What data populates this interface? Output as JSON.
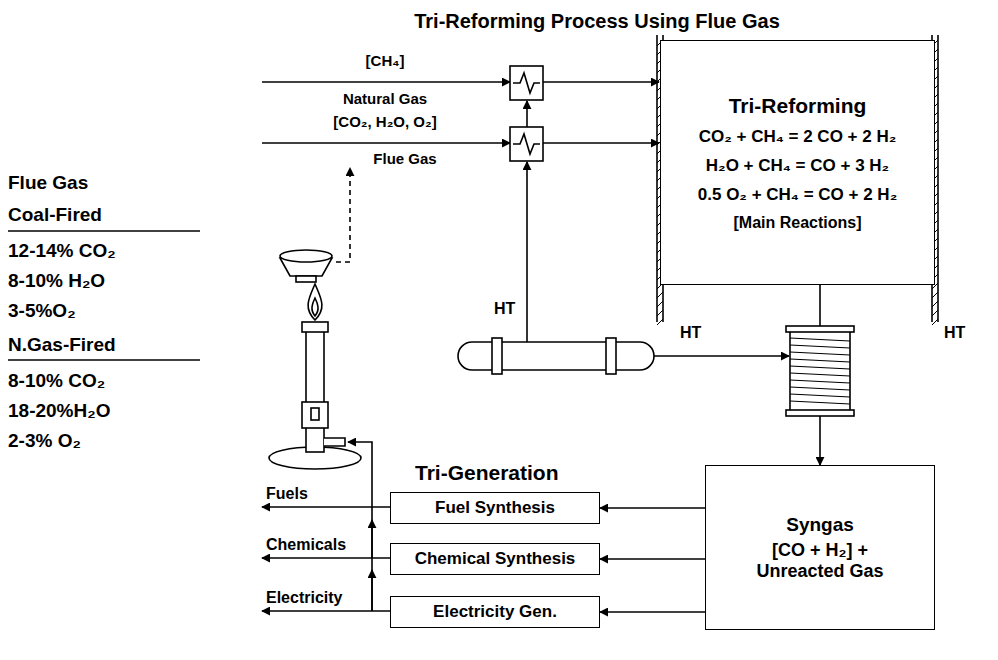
{
  "diagram": {
    "title": "Tri-Reforming Process Using Flue Gas",
    "nodes": [
      {
        "text": [
          "Tri-Reforming",
          "CO₂ + CH₄ = 2 CO + 2 H₂",
          "H₂O + CH₄ = CO + 3 H₂",
          "0.5 O₂ + CH₄ = CO + 2 H₂",
          "[Main Reactions]"
        ]
      },
      {
        "text": [
          "Syngas",
          "[CO + H₂] + Unreacted Gas"
        ]
      },
      {
        "text": [
          "Fuel Synthesis"
        ]
      },
      {
        "text": [
          "Chemical Synthesis"
        ]
      },
      {
        "text": [
          "Electricity Gen."
        ]
      }
    ],
    "edges": [
      {
        "from": 0,
        "to": 1,
        "arrow": "to"
      },
      {
        "from": 1,
        "to": 2,
        "arrow": "to"
      },
      {
        "from": 1,
        "to": 3,
        "arrow": "to"
      },
      {
        "from": 1,
        "to": 4,
        "arrow": "to"
      }
    ],
    "labels": [
      "Flue Gas",
      "Coal-Fired",
      "12-14% CO₂",
      "8-10% H₂O",
      "3-5%O₂",
      "N.Gas-Fired",
      "8-10% CO₂",
      "18-20%H₂O",
      "2-3% O₂",
      "[CH₄]",
      "Natural Gas",
      "[CO₂, H₂O, O₂]",
      "Flue Gas",
      "HT",
      "HT",
      "HT",
      "Tri-Generation",
      "Fuels",
      "Chemicals",
      "Electricity"
    ]
  }
}
